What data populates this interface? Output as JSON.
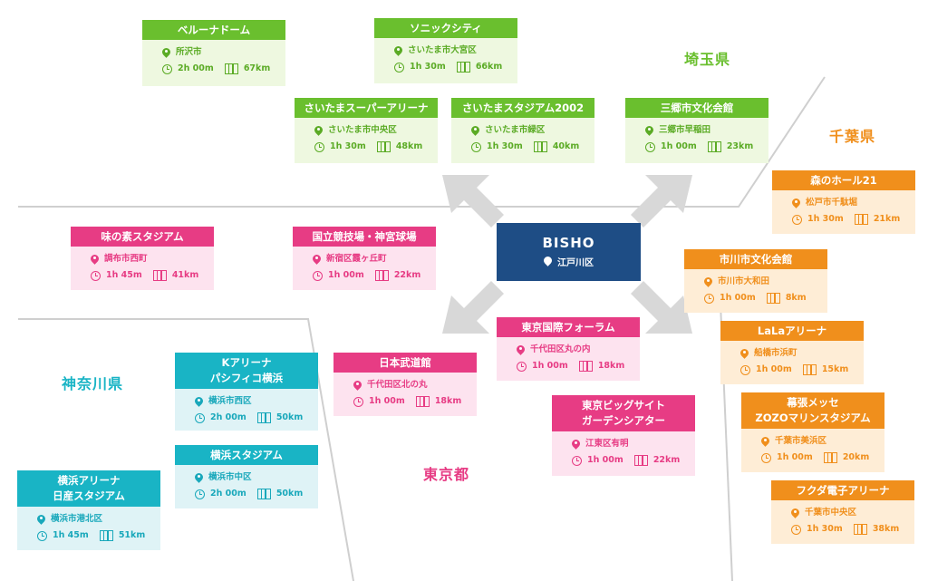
{
  "colors": {
    "saitama": "#6abf2e",
    "chiba": "#f08f1c",
    "tokyo": "#e73c84",
    "kanagawa": "#19b4c5",
    "hub": "#1e4d85",
    "arrows": "#d8d8d8",
    "borders": "#cfcfcf"
  },
  "hub": {
    "name": "BISHO",
    "location": "江戸川区",
    "icon": "pin-icon"
  },
  "regions": [
    {
      "id": "saitama",
      "label": "埼玉県"
    },
    {
      "id": "chiba",
      "label": "千葉県"
    },
    {
      "id": "tokyo",
      "label": "東京都"
    },
    {
      "id": "kanagawa",
      "label": "神奈川県"
    }
  ],
  "venues": [
    {
      "id": "belluna-dome",
      "region": "saitama",
      "name": [
        "ベルーナドーム"
      ],
      "location": "所沢市",
      "time": "2h 00m",
      "distance": "67km"
    },
    {
      "id": "sonic-city",
      "region": "saitama",
      "name": [
        "ソニックシティ"
      ],
      "location": "さいたま市大宮区",
      "time": "1h 30m",
      "distance": "66km"
    },
    {
      "id": "saitama-super-arena",
      "region": "saitama",
      "name": [
        "さいたまスーパーアリーナ"
      ],
      "location": "さいたま市中央区",
      "time": "1h 30m",
      "distance": "48km"
    },
    {
      "id": "saitama-stadium-2002",
      "region": "saitama",
      "name": [
        "さいたまスタジアム2002"
      ],
      "location": "さいたま市緑区",
      "time": "1h 30m",
      "distance": "40km"
    },
    {
      "id": "misato-bunka-kaikan",
      "region": "saitama",
      "name": [
        "三郷市文化会館"
      ],
      "location": "三郷市早稲田",
      "time": "1h 00m",
      "distance": "23km"
    },
    {
      "id": "mori-no-hall-21",
      "region": "chiba",
      "name": [
        "森のホール21"
      ],
      "location": "松戸市千駄堀",
      "time": "1h 30m",
      "distance": "21km"
    },
    {
      "id": "ichikawa-bunka-kaikan",
      "region": "chiba",
      "name": [
        "市川市文化会館"
      ],
      "location": "市川市大和田",
      "time": "1h 00m",
      "distance": "8km"
    },
    {
      "id": "lala-arena",
      "region": "chiba",
      "name": [
        "LaLaアリーナ"
      ],
      "location": "船橋市浜町",
      "time": "1h 00m",
      "distance": "15km"
    },
    {
      "id": "makuhari-messe",
      "region": "chiba",
      "name": [
        "幕張メッセ",
        "ZOZOマリンスタジアム"
      ],
      "location": "千葉市美浜区",
      "time": "1h 00m",
      "distance": "20km"
    },
    {
      "id": "fukuda-denshi-arena",
      "region": "chiba",
      "name": [
        "フクダ電子アリーナ"
      ],
      "location": "千葉市中央区",
      "time": "1h 30m",
      "distance": "38km"
    },
    {
      "id": "ajinomoto-stadium",
      "region": "tokyo",
      "name": [
        "味の素スタジアム"
      ],
      "location": "調布市西町",
      "time": "1h 45m",
      "distance": "41km"
    },
    {
      "id": "national-stadium",
      "region": "tokyo",
      "name": [
        "国立競技場・神宮球場"
      ],
      "location": "新宿区霞ヶ丘町",
      "time": "1h 00m",
      "distance": "22km"
    },
    {
      "id": "tokyo-international-forum",
      "region": "tokyo",
      "name": [
        "東京国際フォーラム"
      ],
      "location": "千代田区丸の内",
      "time": "1h 00m",
      "distance": "18km"
    },
    {
      "id": "nippon-budokan",
      "region": "tokyo",
      "name": [
        "日本武道館"
      ],
      "location": "千代田区北の丸",
      "time": "1h 00m",
      "distance": "18km"
    },
    {
      "id": "tokyo-big-sight",
      "region": "tokyo",
      "name": [
        "東京ビッグサイト",
        "ガーデンシアター"
      ],
      "location": "江東区有明",
      "time": "1h 00m",
      "distance": "22km"
    },
    {
      "id": "k-arena-yokohama",
      "region": "kanagawa",
      "name": [
        "Kアリーナ",
        "パシフィコ横浜"
      ],
      "location": "横浜市西区",
      "time": "2h 00m",
      "distance": "50km"
    },
    {
      "id": "yokohama-stadium",
      "region": "kanagawa",
      "name": [
        "横浜スタジアム"
      ],
      "location": "横浜市中区",
      "time": "2h 00m",
      "distance": "50km"
    },
    {
      "id": "yokohama-arena",
      "region": "kanagawa",
      "name": [
        "横浜アリーナ",
        "日産スタジアム"
      ],
      "location": "横浜市港北区",
      "time": "1h 45m",
      "distance": "51km"
    }
  ]
}
